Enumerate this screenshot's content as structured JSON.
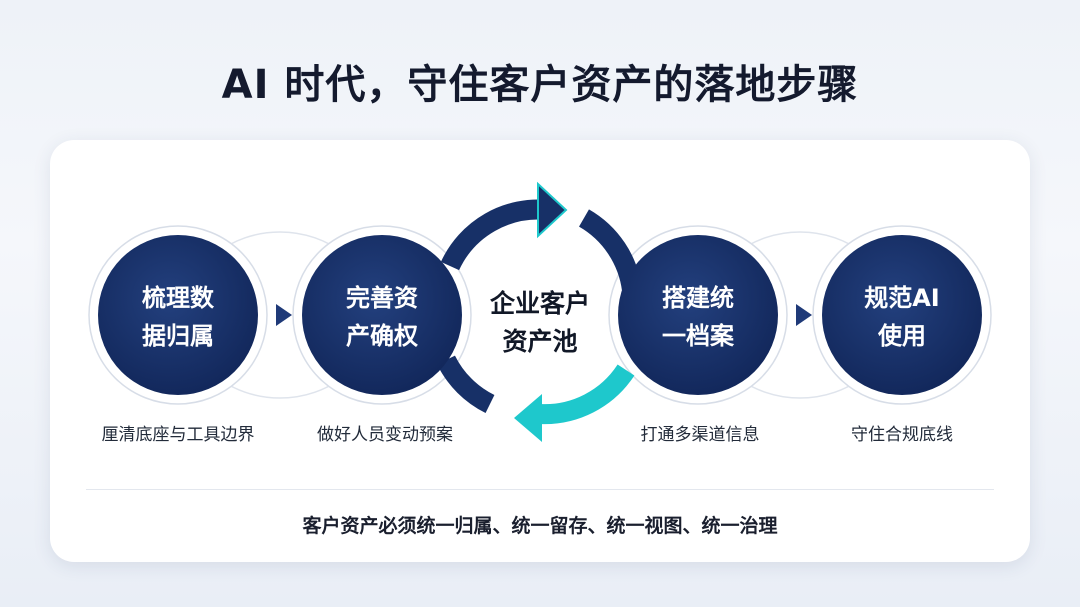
{
  "title": "AI 时代，守住客户资产的落地步骤",
  "steps": [
    {
      "line1": "梳理数",
      "line2": "据归属",
      "caption": "厘清底座与工具边界"
    },
    {
      "line1": "完善资",
      "line2": "产确权",
      "caption": "做好人员变动预案"
    },
    {
      "line1": "搭建统",
      "line2": "一档案",
      "caption": "打通多渠道信息"
    },
    {
      "line1": "规范AI",
      "line2": "使用",
      "caption": "守住合规底线"
    }
  ],
  "center": {
    "line1": "企业客户",
    "line2": "资产池"
  },
  "footer": "客户资产必须统一归属、统一留存、统一视图、统一治理",
  "colors": {
    "navy": "#173067",
    "cyan": "#1ec8cc",
    "accent_arrow": "#1f3a78"
  }
}
